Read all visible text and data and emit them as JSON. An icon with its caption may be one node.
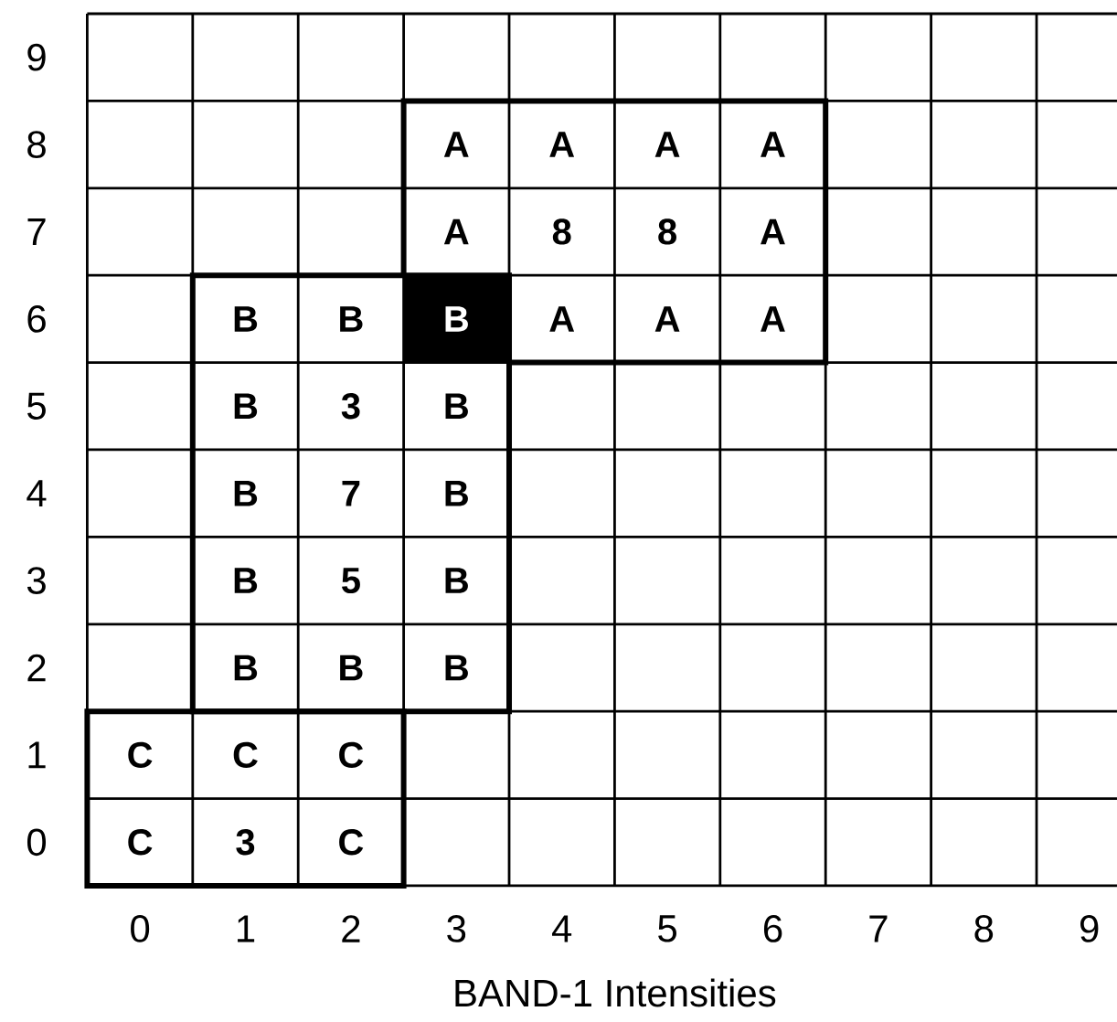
{
  "diagram": {
    "caption": "BAND-1 Intensities",
    "labels": [
      "9",
      "8",
      "A",
      "A",
      "A",
      "A",
      "7",
      "A",
      "8",
      "8",
      "A",
      "6",
      "B",
      "B",
      "B",
      "A",
      "A",
      "A",
      "5",
      "B",
      "3",
      "B",
      "4",
      "B",
      "7",
      "B",
      "3",
      "B",
      "5",
      "B",
      "2",
      "B",
      "B",
      "B",
      "1",
      "C",
      "C",
      "C",
      "0",
      "C",
      "3",
      "C",
      "0",
      "1",
      "2",
      "3",
      "4",
      "5",
      "6",
      "7",
      "8",
      "9"
    ]
  }
}
